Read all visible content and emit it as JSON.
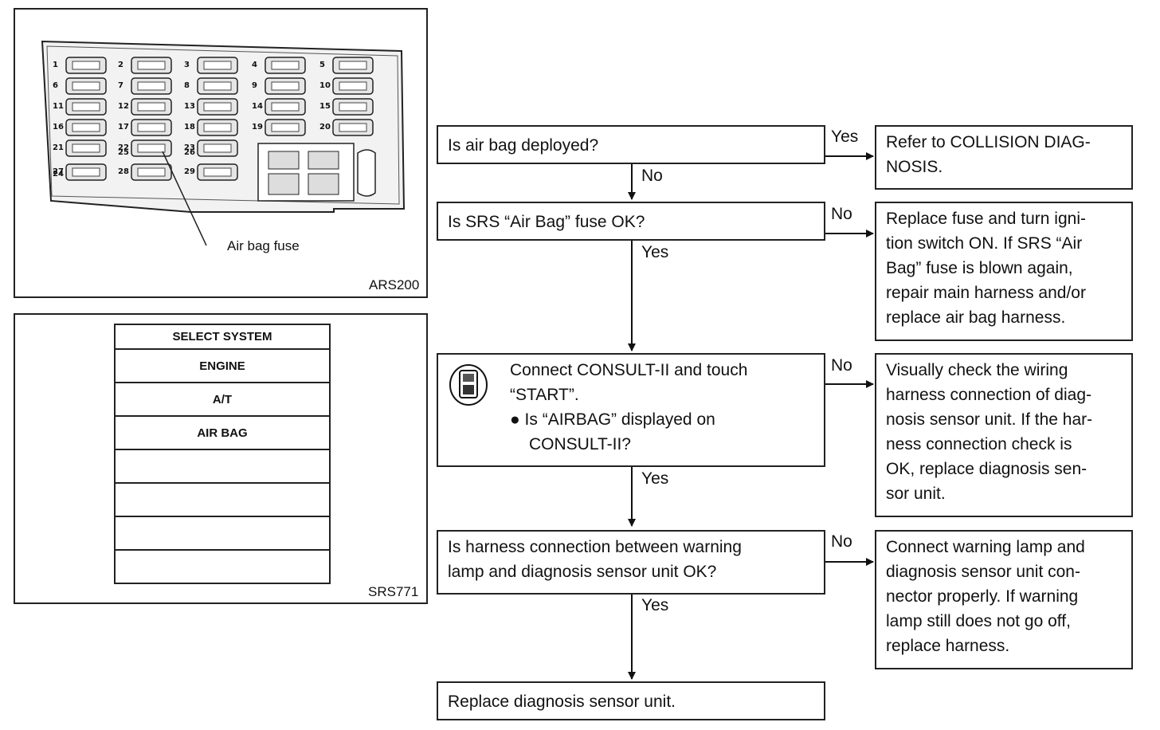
{
  "fuse_figure": {
    "label": "Air bag fuse",
    "code": "ARS200",
    "fuse_numbers": [
      "1",
      "2",
      "3",
      "4",
      "5",
      "6",
      "7",
      "8",
      "9",
      "10",
      "11",
      "12",
      "13",
      "14",
      "15",
      "16",
      "17",
      "18",
      "19",
      "20",
      "21",
      "22",
      "23",
      "24",
      "25",
      "26",
      "27",
      "28",
      "29"
    ]
  },
  "consult_figure": {
    "code": "SRS771",
    "header": "SELECT SYSTEM",
    "items": [
      "ENGINE",
      "A/T",
      "AIR BAG",
      "",
      "",
      "",
      ""
    ]
  },
  "flow": {
    "q1": "Is air bag deployed?",
    "q1_yes_action": [
      "Refer to COLLISION DIAG-",
      "NOSIS."
    ],
    "q2": "Is SRS “Air Bag” fuse OK?",
    "q2_no_action": [
      "Replace fuse and turn igni-",
      "tion switch ON. If SRS “Air",
      "Bag” fuse is blown again,",
      "repair main harness and/or",
      "replace air bag harness."
    ],
    "q3_lines": [
      "Connect CONSULT-II and touch",
      "“START”."
    ],
    "q3_bullet": [
      "Is “AIRBAG” displayed on",
      "CONSULT-II?"
    ],
    "q3_no_action": [
      "Visually check the wiring",
      "harness connection of diag-",
      "nosis sensor unit. If the har-",
      "ness connection check is",
      "OK, replace diagnosis sen-",
      "sor unit."
    ],
    "q4": [
      "Is harness connection between warning",
      "lamp and diagnosis sensor unit OK?"
    ],
    "q4_no_action": [
      "Connect warning lamp and",
      "diagnosis sensor unit con-",
      "nector properly. If warning",
      "lamp still does not go off,",
      "replace harness."
    ],
    "final": "Replace diagnosis sensor unit.",
    "labels": {
      "yes": "Yes",
      "no": "No"
    }
  }
}
